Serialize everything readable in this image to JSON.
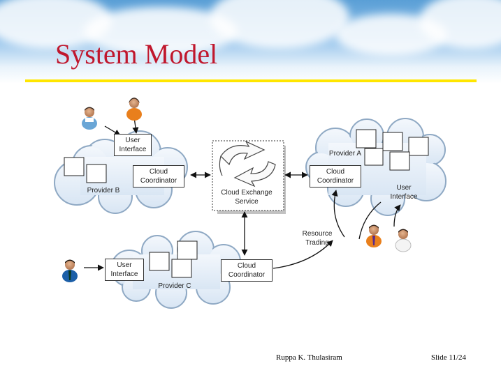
{
  "slide": {
    "title": "System Model",
    "author": "Ruppa K. Thulasiram",
    "slide_number": "Slide 11/24"
  },
  "diagram": {
    "exchange": {
      "label": "Cloud Exchange\nService"
    },
    "resource_trading": {
      "label": "Resource\nTrading"
    },
    "provider_a": {
      "name": "Provider A",
      "coordinator": "Cloud\nCoordinator",
      "user_interface": "User\nInterface"
    },
    "provider_b": {
      "name": "Provider B",
      "coordinator": "Cloud\nCoordinator",
      "user_interface": "User\nInterface"
    },
    "provider_c": {
      "name": "Provider C",
      "coordinator": "Cloud\nCoordinator",
      "user_interface": "User\nInterface"
    },
    "icons": {
      "user": "person-icon",
      "server": "server-box-icon",
      "sync": "sync-arrows-icon"
    },
    "colors": {
      "title": "#c0172d",
      "rule": "#ffe600",
      "cloud_fill": "#e6f0fa",
      "cloud_stroke": "#8fa9c4"
    }
  }
}
